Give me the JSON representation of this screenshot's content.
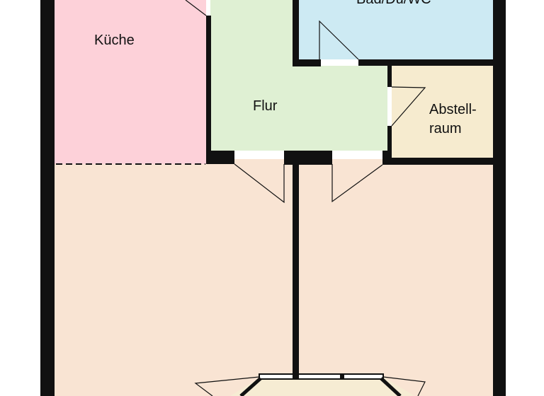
{
  "rooms": {
    "kitchen": {
      "label": "Küche",
      "color": "#fdd1d9"
    },
    "hallway": {
      "label": "Flur",
      "color": "#dff0d3"
    },
    "bathroom": {
      "label": "Bad/Du/WC",
      "color": "#cdeaf3"
    },
    "storage": {
      "label_line1": "Abstell-",
      "label_line2": "raum",
      "color": "#f6ebcf"
    },
    "living": {
      "color": "#f9e4d3"
    },
    "bay": {
      "color": "#f6ecd3"
    }
  },
  "wall_color": "#111111"
}
